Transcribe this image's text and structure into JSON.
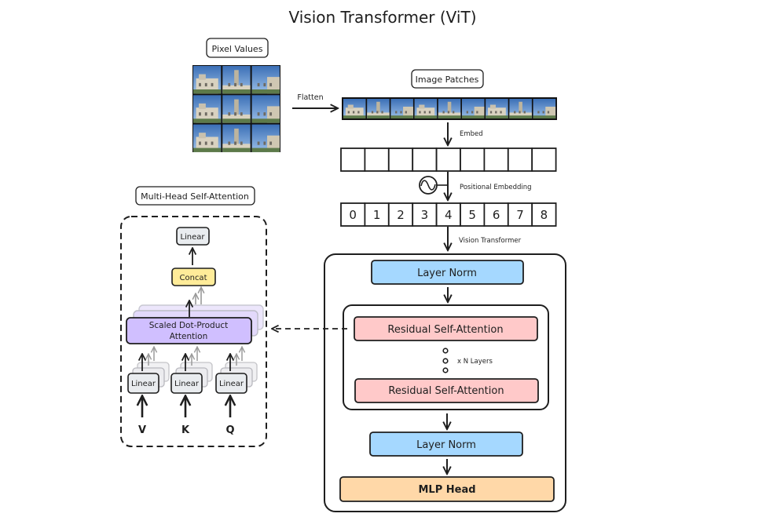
{
  "title": "Vision Transformer (ViT)",
  "labels": {
    "pixel_values": "Pixel Values",
    "image_patches": "Image Patches",
    "flatten": "Flatten",
    "embed": "Embed",
    "positional_embedding": "Positional Embedding",
    "vision_transformer": "Vision Transformer",
    "mhsa_title": "Multi-Head Self-Attention"
  },
  "position_indices": [
    "0",
    "1",
    "2",
    "3",
    "4",
    "5",
    "6",
    "7",
    "8"
  ],
  "encoder": {
    "layer_norm_top": "Layer Norm",
    "residual_1": "Residual Self-Attention",
    "n_layers": "x N Layers",
    "residual_2": "Residual Self-Attention",
    "layer_norm_bottom": "Layer Norm",
    "mlp_head": "MLP Head"
  },
  "attention": {
    "linear_out": "Linear",
    "concat": "Concat",
    "sdpa_line1": "Scaled Dot-Product",
    "sdpa_line2": "Attention",
    "linear_v": "Linear",
    "linear_k": "Linear",
    "linear_q": "Linear",
    "input_v": "V",
    "input_k": "K",
    "input_q": "Q"
  },
  "colors": {
    "stroke": "#1e1e1e",
    "layer_norm": "#a5d8ff",
    "residual": "#ffc9c9",
    "mlp": "#ffd8a8",
    "concat": "#ffec99",
    "sdpa": "#d0bfff",
    "linear": "#e9ecef",
    "sky": "#4a7fc1",
    "building": "#d9d2c0"
  }
}
